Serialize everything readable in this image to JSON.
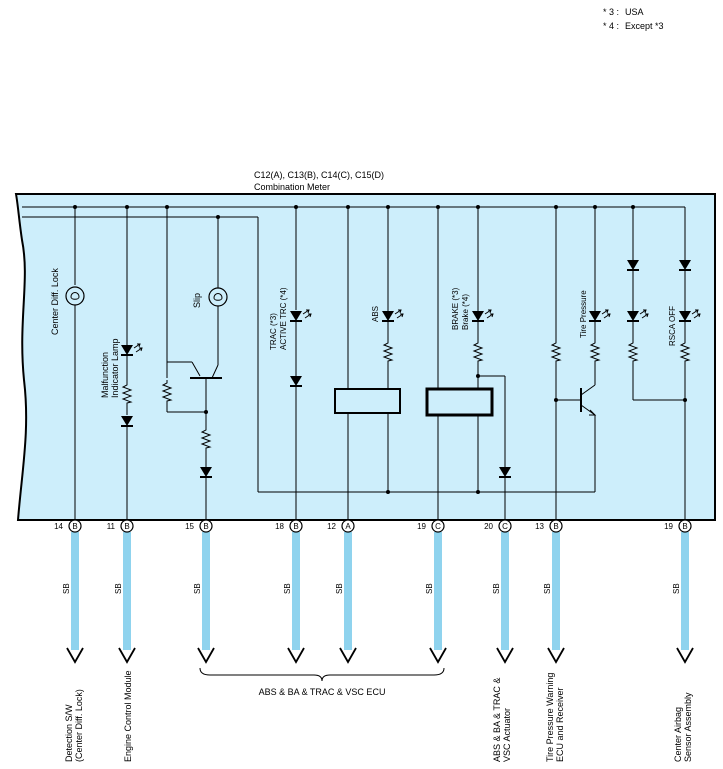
{
  "notes": [
    {
      "mark": "* 3 :",
      "text": "USA"
    },
    {
      "mark": "* 4 :",
      "text": "Except *3"
    }
  ],
  "connector": {
    "codes": "C12(A), C13(B), C14(C), C15(D)",
    "name": "Combination Meter"
  },
  "internal_labels": {
    "center_diff_lock": "Center Diff. Lock",
    "mil_1": "Malfunction",
    "mil_2": "Indicator Lamp",
    "slip": "Slip",
    "trac_1": "TRAC (*3)",
    "trac_2": "ACTIVE TRC (*4)",
    "abs": "ABS",
    "brake_1": "BRAKE (*3)",
    "brake_2": "Brake (*4)",
    "tire_pressure": "Tire Pressure",
    "rsca_off": "RSCA OFF"
  },
  "pins": [
    {
      "num": "14",
      "conn": "B"
    },
    {
      "num": "11",
      "conn": "B"
    },
    {
      "num": "15",
      "conn": "B"
    },
    {
      "num": "18",
      "conn": "B"
    },
    {
      "num": "12",
      "conn": "A"
    },
    {
      "num": "19",
      "conn": "C"
    },
    {
      "num": "20",
      "conn": "C"
    },
    {
      "num": "13",
      "conn": "B"
    },
    {
      "num": "19",
      "conn": "B"
    }
  ],
  "wire_color": "SB",
  "destinations": {
    "detection_sw_1": "Detection S/W",
    "detection_sw_2": "(Center Diff. Lock)",
    "ecm": "Engine Control Module",
    "abs_ecu": "ABS & BA & TRAC & VSC ECU",
    "actuator_1": "ABS & BA & TRAC &",
    "actuator_2": "VSC Actuator",
    "tpw_1": "Tire Pressure Warning",
    "tpw_2": "ECU and Receiver",
    "airbag_1": "Center Airbag",
    "airbag_2": "Sensor Assembly"
  },
  "colors": {
    "panel_fill": "#cdeefb",
    "wire_arrow": "#8fd3ee",
    "line": "#000000"
  },
  "icons": [
    "bulb-icon",
    "led-icon",
    "diode-icon",
    "resistor-icon",
    "transistor-icon",
    "coil-icon",
    "arrow-down-icon"
  ]
}
